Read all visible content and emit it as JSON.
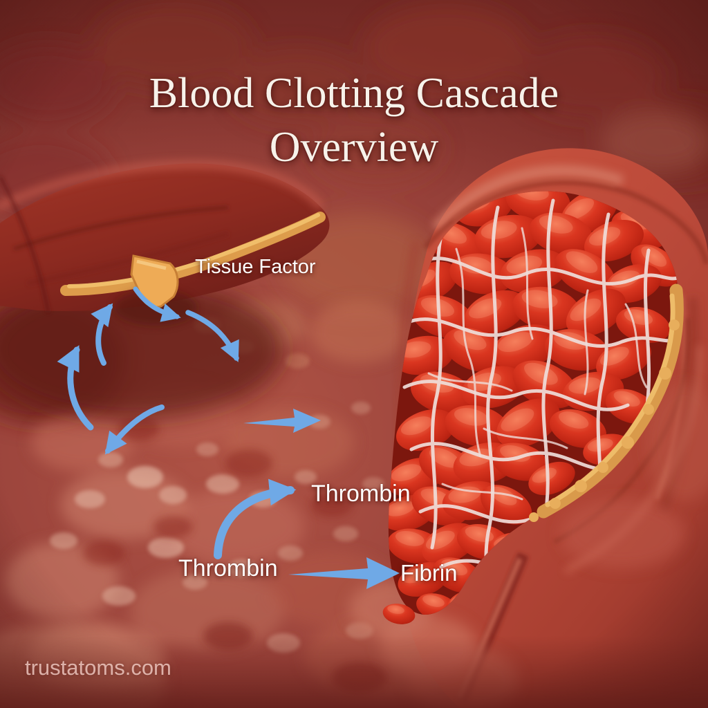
{
  "title": {
    "line1": "Blood Clotting Cascade",
    "line2": "Overview"
  },
  "annotations": {
    "tissue_factor": "Tissue Factor",
    "thrombin_upper": "Thrombin",
    "thrombin_lower": "Thrombin",
    "fibrin": "Fibrin"
  },
  "watermark": "trustatoms.com",
  "palette": {
    "arrow_blue": "#6fa9e6",
    "label_text": "#ffffff",
    "title_text": "#f7f2ea",
    "watermark_text": "#f2cec7",
    "background_red": "#96423a",
    "vessel_wall_red": "#bb4e3e",
    "red_blood_cell": "#d0301c",
    "fibrin_strand": "#efdeda",
    "plaque_yellow": "#e2a04e"
  }
}
